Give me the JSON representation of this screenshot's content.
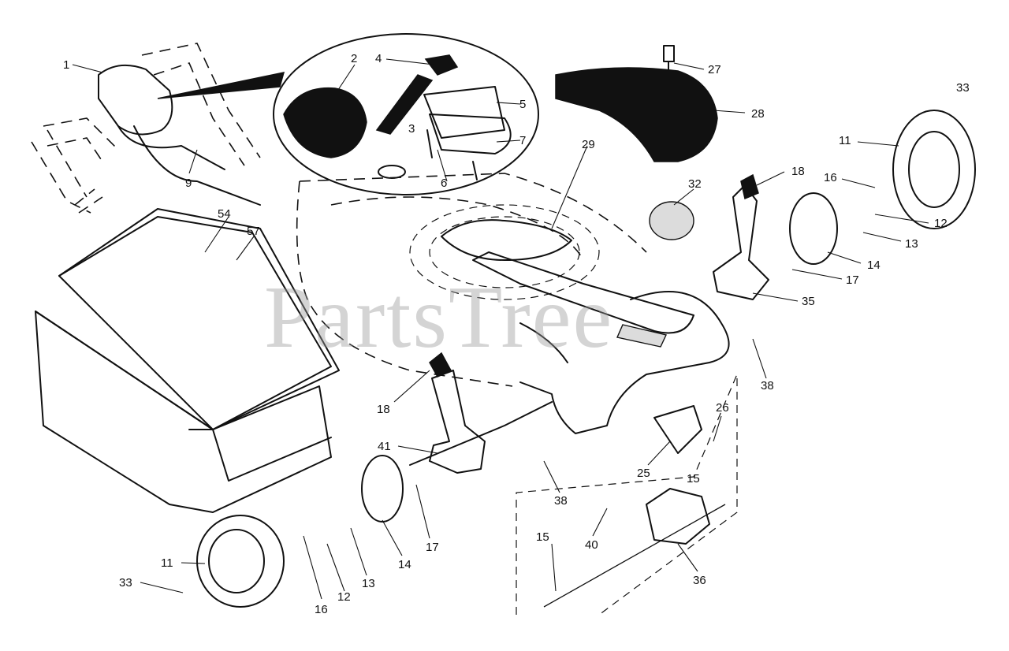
{
  "watermark": "PartsTree",
  "callouts": [
    "1",
    "2",
    "4",
    "27",
    "33",
    "28",
    "5",
    "3",
    "7",
    "11",
    "29",
    "9",
    "6",
    "18",
    "16",
    "32",
    "54",
    "57",
    "12",
    "13",
    "14",
    "17",
    "35",
    "38",
    "18",
    "26",
    "41",
    "25",
    "15",
    "38",
    "40",
    "15",
    "17",
    "14",
    "11",
    "33",
    "36",
    "16",
    "12",
    "13"
  ]
}
